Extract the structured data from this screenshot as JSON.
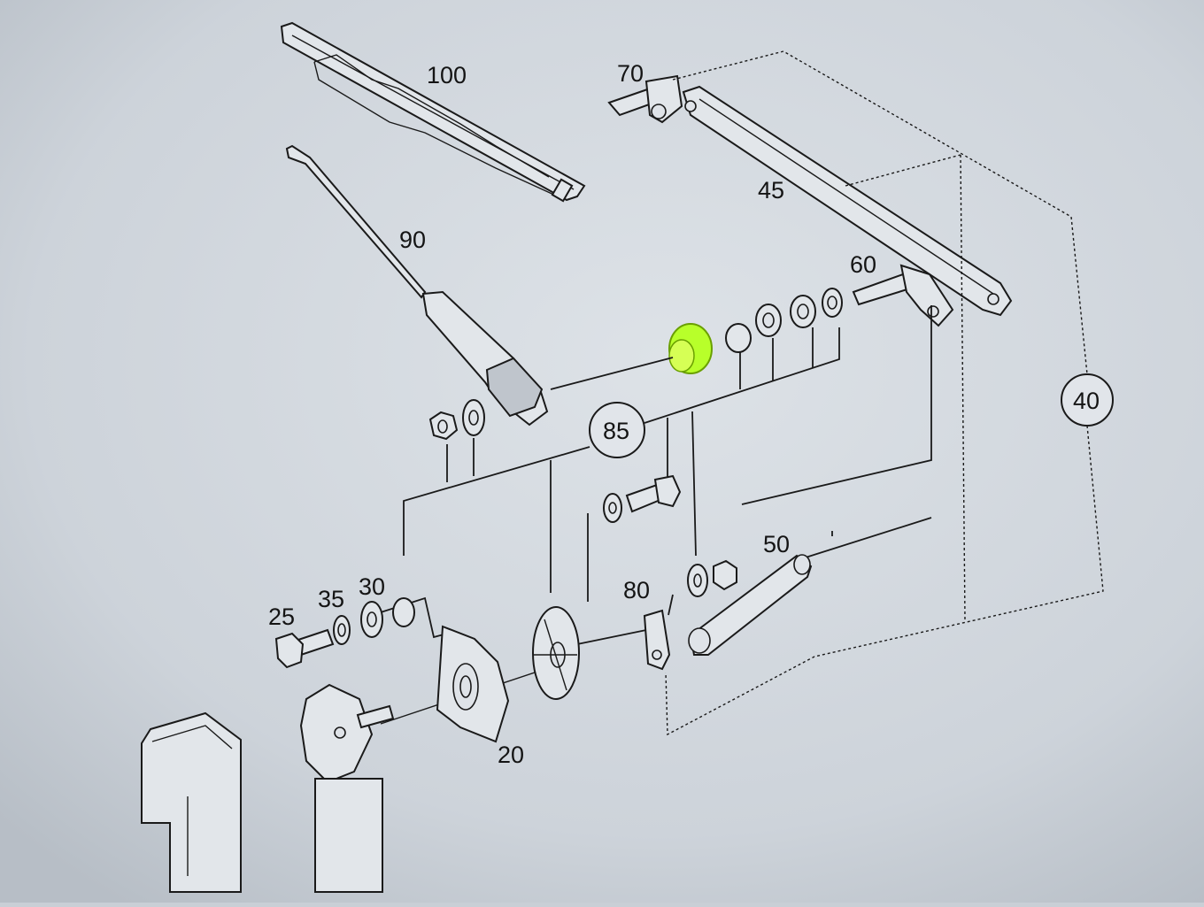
{
  "diagram": {
    "callouts": {
      "p100": "100",
      "p70": "70",
      "p45": "45",
      "p90": "90",
      "p60": "60",
      "p40": "40",
      "p85": "85",
      "p50": "50",
      "p80": "80",
      "p30": "30",
      "p35": "35",
      "p25": "25",
      "p20": "20"
    },
    "highlight_color": "#b8ff2a"
  }
}
